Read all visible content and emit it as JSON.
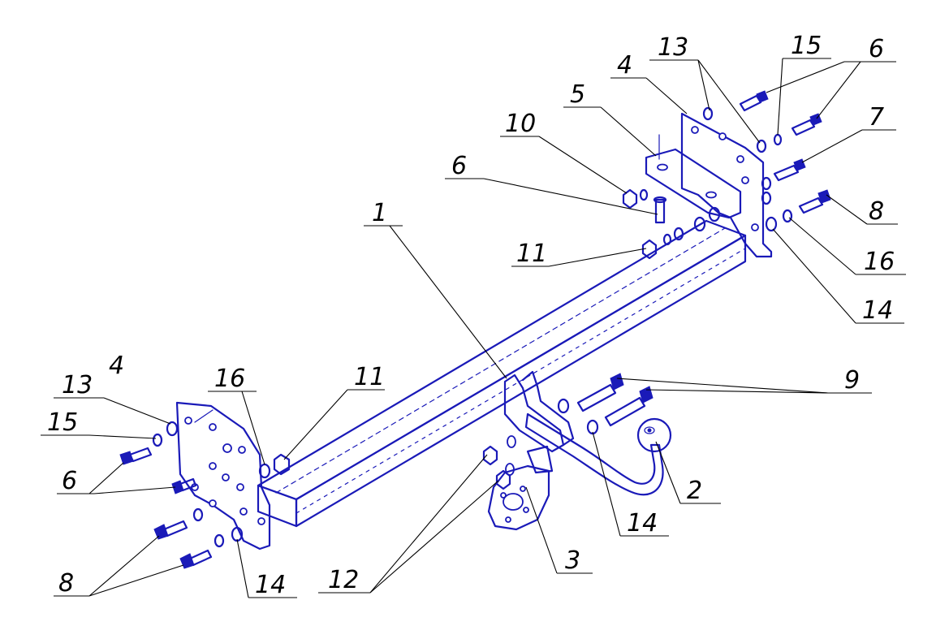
{
  "callouts": {
    "c1": "1",
    "c2": "2",
    "c3": "3",
    "c4_top": "4",
    "c4_left": "4",
    "c5": "5",
    "c6_top_right": "6",
    "c6_mid": "6",
    "c6_left": "6",
    "c7": "7",
    "c8_right": "8",
    "c8_left": "8",
    "c9": "9",
    "c10": "10",
    "c11_right": "11",
    "c11_left": "11",
    "c12": "12",
    "c13_top": "13",
    "c13_left": "13",
    "c14_right": "14",
    "c14_mid": "14",
    "c14_left": "14",
    "c15_top": "15",
    "c15_left": "15",
    "c16_right": "16",
    "c16_left": "16"
  },
  "colors": {
    "parts": "#1a1ab8",
    "leaders": "#000000",
    "background": "#ffffff"
  }
}
